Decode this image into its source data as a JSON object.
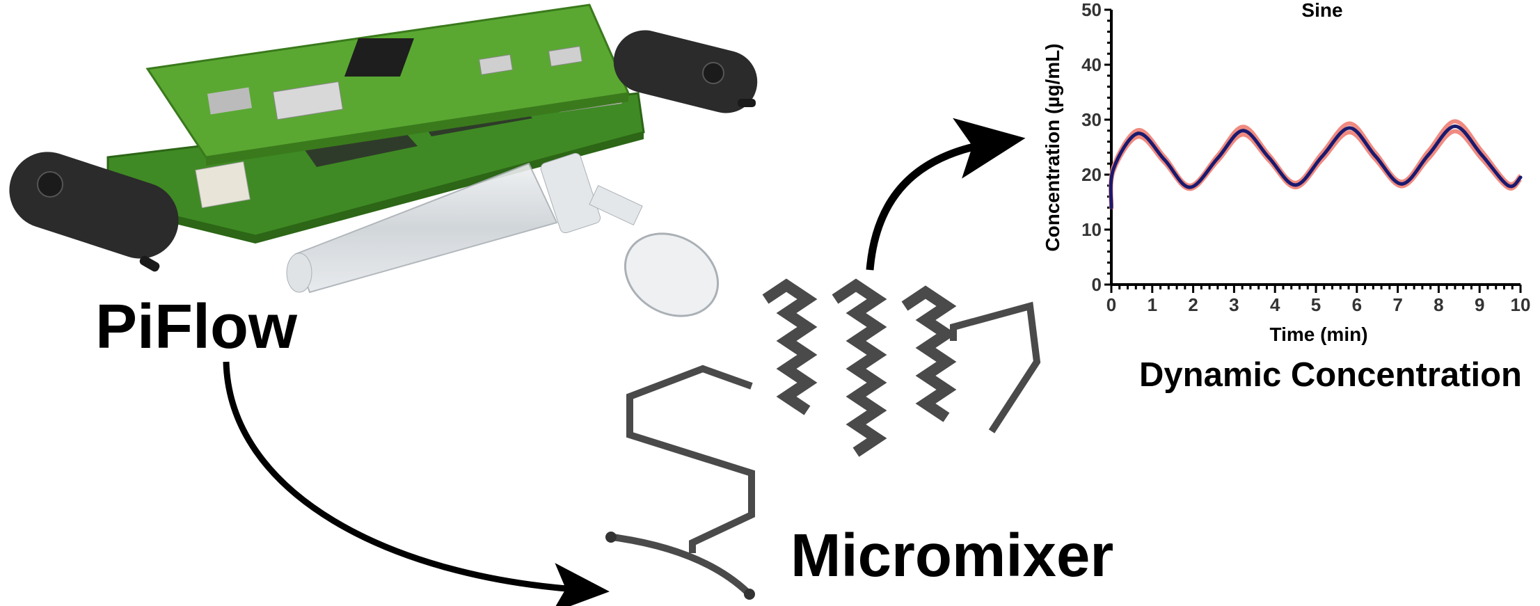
{
  "labels": {
    "device": "PiFlow",
    "mixer": "Micromixer",
    "result": "Dynamic Concentration"
  },
  "colors": {
    "pcb": "#4f9a2e",
    "pod": "#2a2a2a",
    "mixer": "#4a4a4a",
    "line": "#1a1a6e",
    "band": "#f08a80"
  },
  "chart_data": {
    "type": "line",
    "title": "Sine",
    "xlabel": "Time (min)",
    "ylabel": "Concentration  (µg/mL)",
    "xlim": [
      0,
      10
    ],
    "ylim": [
      0,
      50
    ],
    "xticks": [
      "0",
      "1",
      "2",
      "3",
      "4",
      "5",
      "6",
      "7",
      "8",
      "9",
      "10"
    ],
    "yticks": [
      "0",
      "10",
      "20",
      "30",
      "40",
      "50"
    ],
    "grid": false,
    "series": [
      {
        "name": "Concentration",
        "x": [
          0,
          0.05,
          0.65,
          1.3,
          1.92,
          2.6,
          3.22,
          3.85,
          4.5,
          5.15,
          5.82,
          6.45,
          7.1,
          7.75,
          8.4,
          9.05,
          9.7,
          10
        ],
        "y": [
          14,
          21,
          27.5,
          22.7,
          17.7,
          23,
          28,
          23.1,
          18.1,
          23.3,
          28.5,
          23.4,
          18.3,
          23.6,
          28.8,
          23.6,
          18,
          19.5
        ],
        "error": [
          0.3,
          0.4,
          0.6,
          0.5,
          0.3,
          0.5,
          0.7,
          0.5,
          0.4,
          0.6,
          0.8,
          0.6,
          0.4,
          0.7,
          0.9,
          0.7,
          0.4,
          0.3
        ]
      }
    ]
  }
}
